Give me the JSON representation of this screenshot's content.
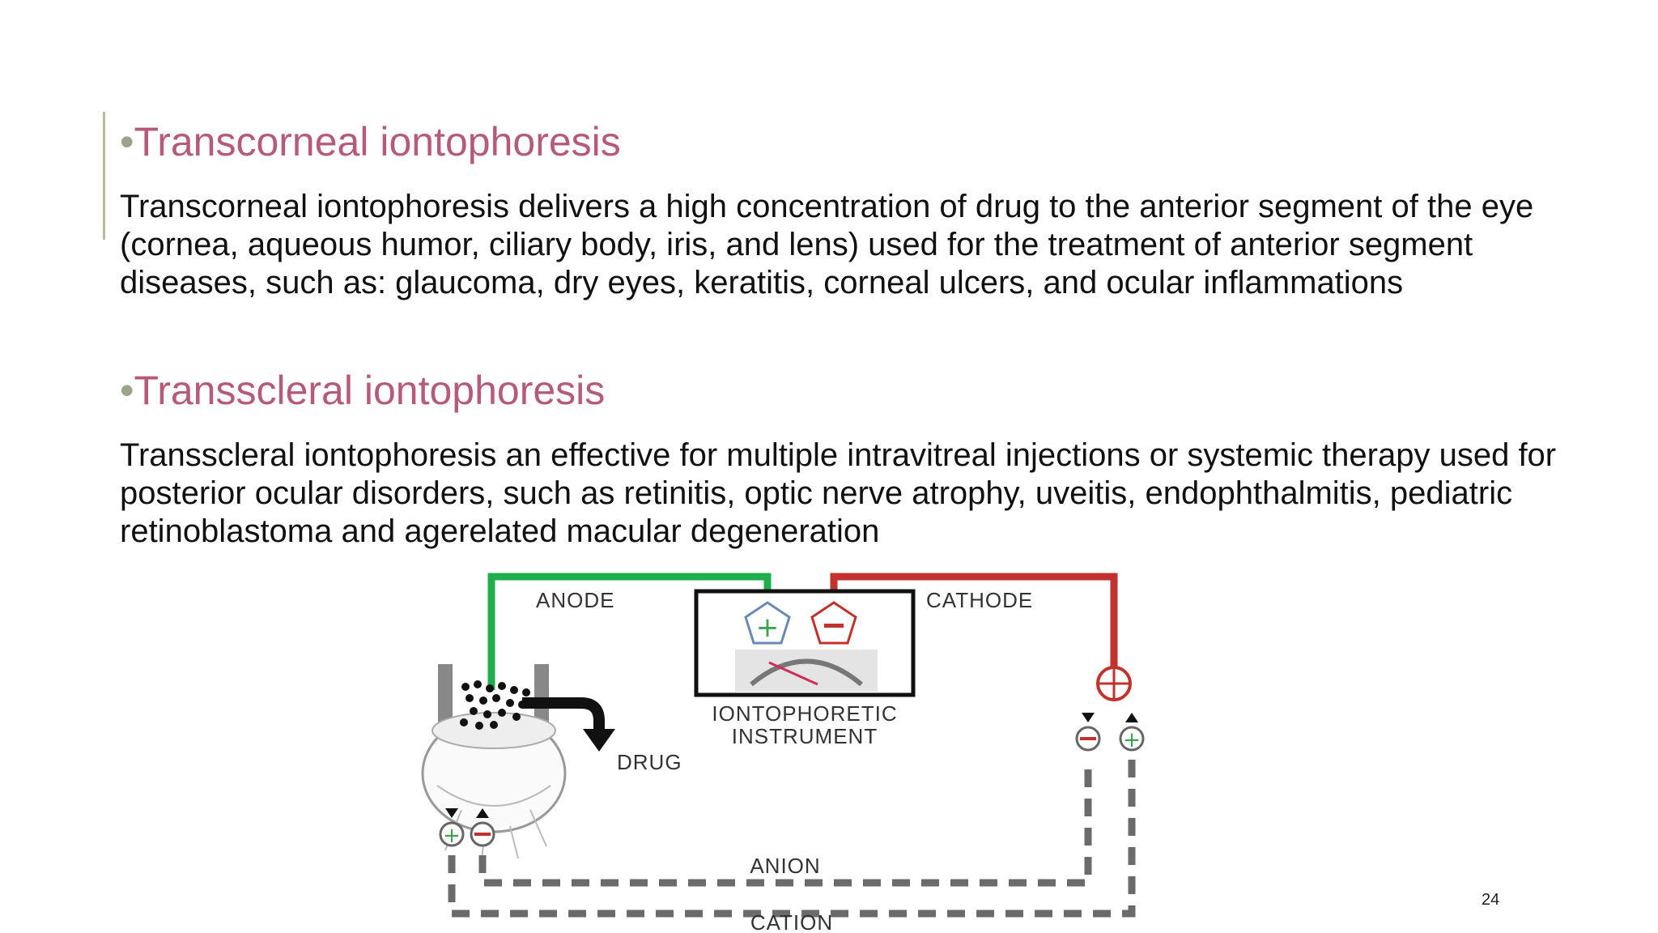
{
  "sections": [
    {
      "bullet": "•",
      "heading": "Transcorneal iontophoresis",
      "body": "Transcorneal iontophoresis delivers a high concentration of drug to the anterior segment of the eye (cornea, aqueous humor, ciliary body, iris, and lens) used for the treatment of anterior segment diseases, such as: glaucoma, dry eyes, keratitis, corneal ulcers, and ocular inflammations"
    },
    {
      "bullet": "•",
      "heading": "Transscleral iontophoresis",
      "body": "Transscleral iontophoresis an effective for multiple intravitreal injections or systemic therapy used for posterior ocular disorders, such as retinitis, optic nerve atrophy, uveitis, endophthalmitis, pediatric retinoblastoma and agerelated macular degeneration"
    }
  ],
  "diagram": {
    "anode": "ANODE",
    "cathode": "CATHODE",
    "instrument_line1": "IONTOPHORETIC",
    "instrument_line2": "INSTRUMENT",
    "drug": "DRUG",
    "anion": "ANION",
    "cation": "CATION",
    "colors": {
      "anode": "#1fae4b",
      "cathode": "#c0322b",
      "dashes": "#6b6b6b"
    }
  },
  "page_number": "24"
}
